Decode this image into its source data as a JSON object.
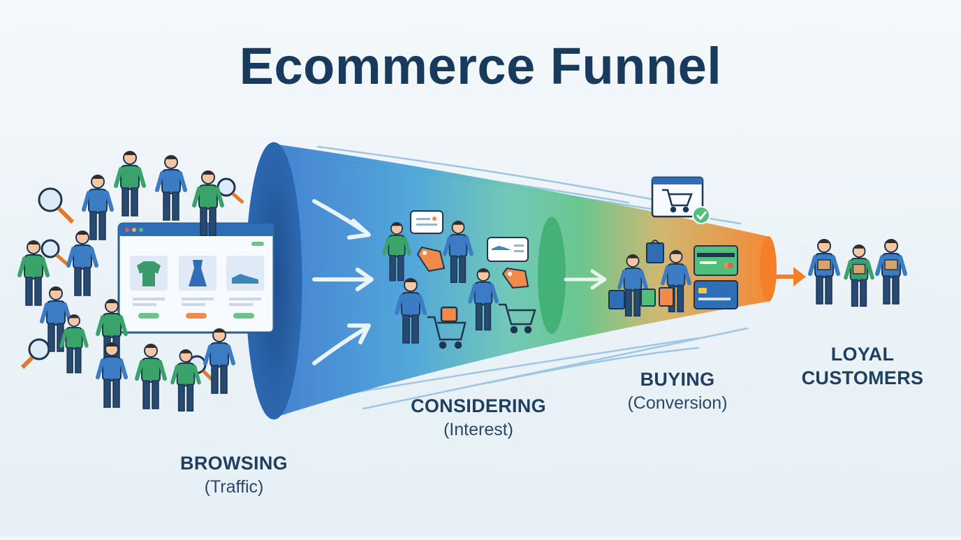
{
  "title": "Ecommerce Funnel",
  "stages": [
    {
      "name": "BROWSING",
      "sub": "(Traffic)"
    },
    {
      "name": "CONSIDERING",
      "sub": "(Interest)"
    },
    {
      "name": "BUYING",
      "sub": "(Conversion)"
    },
    {
      "name": "LOYAL CUSTOMERS"
    }
  ],
  "colors": {
    "title": "#183a5c",
    "funnel_blue": "#3f7fd0",
    "funnel_teal": "#5fc2c0",
    "funnel_green": "#4fbf7a",
    "funnel_orange": "#f28a34",
    "person_blue": "#3b7cc4",
    "person_green": "#3aa36a",
    "outline": "#1d3550"
  },
  "icons": [
    "magnifier-icon",
    "browser-window-icon",
    "sweater-icon",
    "dress-icon",
    "shoe-icon",
    "price-tag-icon",
    "shopping-cart-icon",
    "shopping-bag-icon",
    "credit-card-icon",
    "checkmark-icon",
    "package-icon",
    "arrow-right-icon"
  ]
}
